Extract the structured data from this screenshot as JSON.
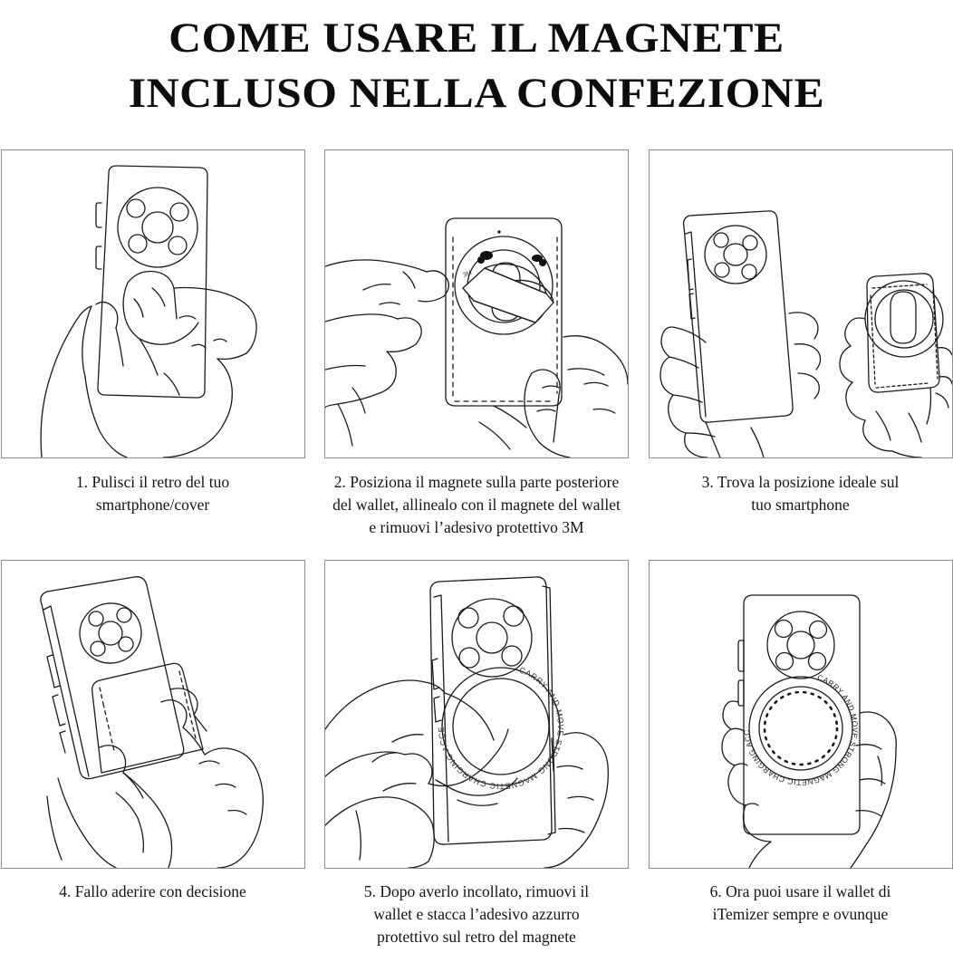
{
  "title": {
    "line1": "COME USARE IL MAGNETE",
    "line2": "INCLUSO NELLA CONFEZIONE"
  },
  "magnet_ring_text": "CARRY AND MOVE STRONG MAGNETIC CHARGING ACCESSORIES",
  "adhesive_label": "3M",
  "colors": {
    "ink": "#111111",
    "panel_border": "#8d8d8d",
    "background": "#ffffff",
    "line": "#1a1a1a"
  },
  "steps": [
    {
      "number": "1.",
      "caption_line1": "1. Pulisci il retro del tuo",
      "caption_line2": "smartphone/cover",
      "illustration": "hand-cleaning-phone-back"
    },
    {
      "number": "2.",
      "caption_line1": "2. Posiziona il magnete sulla parte posteriore",
      "caption_line2": "del wallet, allinealo con il magnete del wallet",
      "caption_line3": "e rimuovi l’adesivo protettivo 3M",
      "illustration": "peeling-3m-adhesive-from-magnet-on-wallet"
    },
    {
      "number": "3.",
      "caption_line1": "3. Trova la posizione ideale sul",
      "caption_line2": "tuo smartphone",
      "illustration": "two-hands-phone-and-wallet"
    },
    {
      "number": "4.",
      "caption_line1": "4. Fallo aderire con decisione",
      "caption_line2": "",
      "illustration": "pressing-wallet-onto-phone"
    },
    {
      "number": "5.",
      "caption_line1": "5. Dopo averlo incollato, rimuovi il",
      "caption_line2": "wallet e stacca l’adesivo azzurro",
      "caption_line3": "protettivo sul retro del magnete",
      "illustration": "peeling-blue-film-from-magnet-ring"
    },
    {
      "number": "6.",
      "caption_line1": "6. Ora puoi usare il wallet di",
      "caption_line2": "iTemizer sempre e ovunque",
      "illustration": "phone-with-magnet-ring-in-hand"
    }
  ]
}
